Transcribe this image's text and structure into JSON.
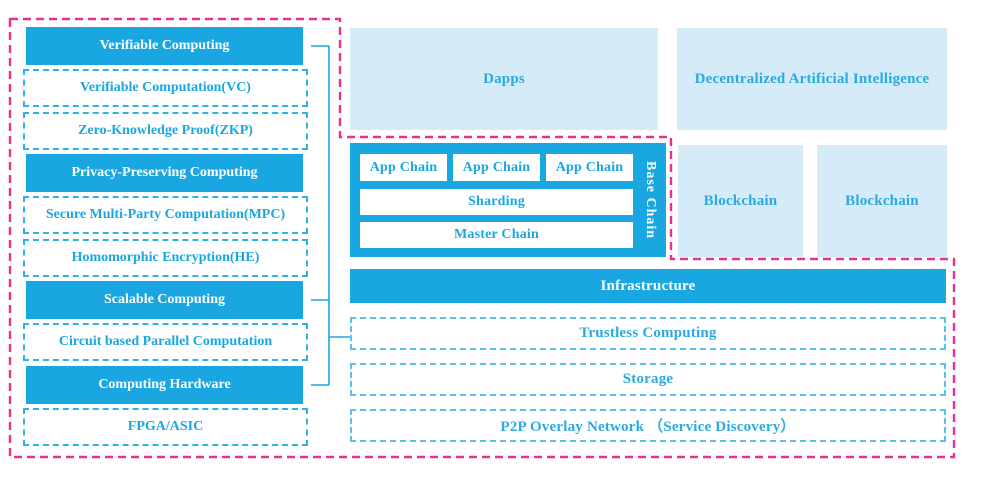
{
  "colors": {
    "cyan_solid": "#1aa7e1",
    "pale_blue": "#d5ecf8",
    "pink_outline": "#e9308c",
    "dashed_cyan_left": "#2fb3e6",
    "dashed_cyan_right": "#58c2ec",
    "text_on_solid": "#ffffff",
    "text_cyan": "#2ba9e0"
  },
  "left_panel": {
    "items": [
      {
        "label": "Verifiable Computing",
        "style": "solid"
      },
      {
        "label": "Verifiable Computation(VC)",
        "style": "dashed"
      },
      {
        "label": "Zero-Knowledge Proof(ZKP)",
        "style": "dashed"
      },
      {
        "label": "Privacy-Preserving Computing",
        "style": "solid"
      },
      {
        "label": "Secure Multi-Party Computation(MPC)",
        "style": "dashed"
      },
      {
        "label": "Homomorphic Encryption(HE)",
        "style": "dashed"
      },
      {
        "label": "Scalable Computing",
        "style": "solid"
      },
      {
        "label": "Circuit based Parallel Computation",
        "style": "dashed"
      },
      {
        "label": "Computing Hardware",
        "style": "solid"
      },
      {
        "label": "FPGA/ASIC",
        "style": "dashed"
      }
    ]
  },
  "top_row": {
    "dapps": "Dapps",
    "dai": "Decentralized Artificial Intelligence"
  },
  "base_chain": {
    "side_label": "Base Chain",
    "app_chains": [
      "App Chain",
      "App Chain",
      "App Chain"
    ],
    "sharding": "Sharding",
    "master_chain": "Master Chain"
  },
  "blockchains": [
    "Blockchain",
    "Blockchain"
  ],
  "infrastructure": {
    "title": "Infrastructure",
    "layers": [
      "Trustless Computing",
      "Storage",
      "P2P Overlay Network （Service Discovery）"
    ]
  }
}
